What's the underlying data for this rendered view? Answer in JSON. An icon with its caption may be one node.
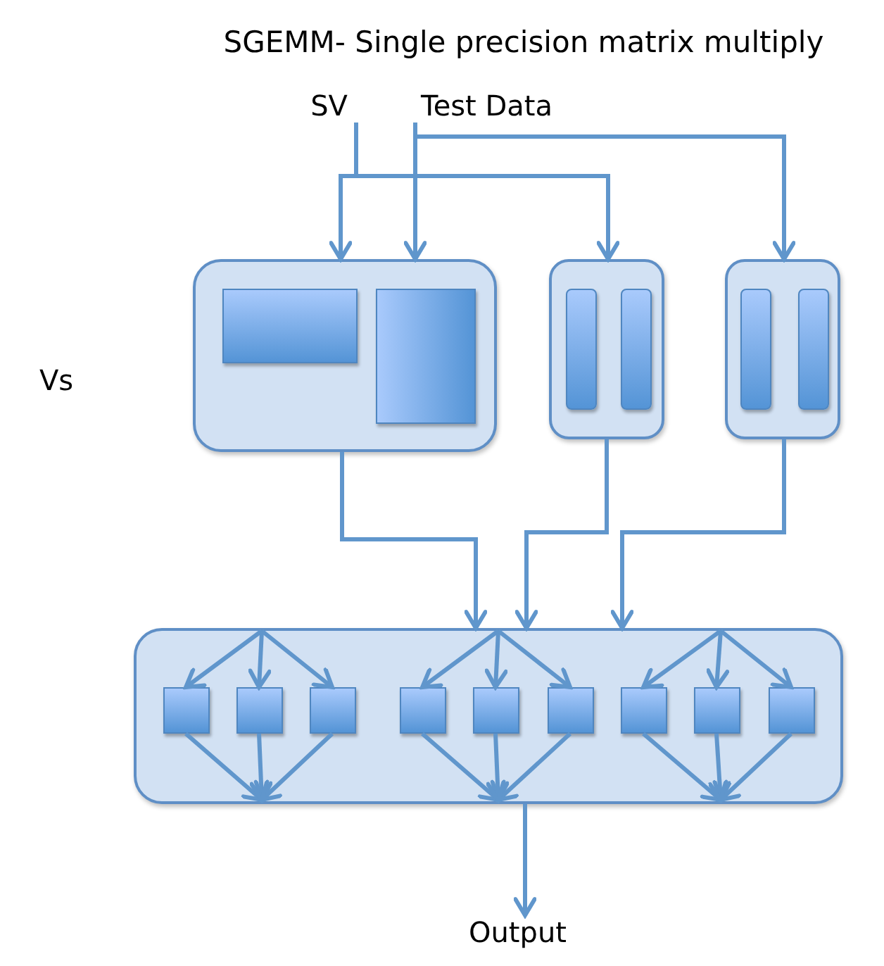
{
  "diagram": {
    "title": "SGEMM- Single precision matrix multiply",
    "nodes": [
      {
        "text": [
          "SV"
        ]
      },
      {
        "text": [
          "Test Data"
        ]
      },
      {
        "text": [],
        "shape": "box"
      },
      {
        "text": [],
        "shape": "box",
        "in": 2
      },
      {
        "text": [],
        "shape": "box",
        "in": 2
      },
      {
        "text": [],
        "shape": "box"
      },
      {
        "text": [],
        "shape": "bar",
        "in": 5
      },
      {
        "text": [],
        "shape": "bar",
        "in": 5
      },
      {
        "text": [],
        "shape": "box"
      },
      {
        "text": [],
        "shape": "bar",
        "in": 8
      },
      {
        "text": [],
        "shape": "bar",
        "in": 8
      },
      {
        "text": [],
        "shape": "box"
      },
      {
        "text": [],
        "shape": "box",
        "in": 11
      },
      {
        "text": [],
        "shape": "box",
        "in": 11
      },
      {
        "text": [],
        "shape": "box",
        "in": 11
      },
      {
        "text": [],
        "shape": "box",
        "in": 11
      },
      {
        "text": [],
        "shape": "box",
        "in": 11
      },
      {
        "text": [],
        "shape": "box",
        "in": 11
      },
      {
        "text": [],
        "shape": "box",
        "in": 11
      },
      {
        "text": [],
        "shape": "box",
        "in": 11
      },
      {
        "text": [],
        "shape": "box",
        "in": 11
      },
      {
        "text": [
          "Output"
        ]
      }
    ],
    "edges": [
      {
        "from": 0,
        "to": 2,
        "arrow": "to"
      },
      {
        "from": 0,
        "to": 5,
        "arrow": "to"
      },
      {
        "from": 1,
        "to": 2,
        "arrow": "to"
      },
      {
        "from": 1,
        "to": 8,
        "arrow": "to"
      },
      {
        "from": 2,
        "to": 11,
        "arrow": "to"
      },
      {
        "from": 5,
        "to": 11,
        "arrow": "to"
      },
      {
        "from": 8,
        "to": 11,
        "arrow": "to"
      },
      {
        "from": null,
        "to": 12,
        "arrow": "to"
      },
      {
        "from": null,
        "to": 13,
        "arrow": "to"
      },
      {
        "from": null,
        "to": 14,
        "arrow": "to"
      },
      {
        "from": null,
        "to": 15,
        "arrow": "to"
      },
      {
        "from": null,
        "to": 16,
        "arrow": "to"
      },
      {
        "from": null,
        "to": 17,
        "arrow": "to"
      },
      {
        "from": null,
        "to": 18,
        "arrow": "to"
      },
      {
        "from": null,
        "to": 19,
        "arrow": "to"
      },
      {
        "from": null,
        "to": 20,
        "arrow": "to"
      },
      {
        "from": 12,
        "to": null,
        "arrow": "to"
      },
      {
        "from": 13,
        "to": null,
        "arrow": "to"
      },
      {
        "from": 14,
        "to": null,
        "arrow": "to"
      },
      {
        "from": 15,
        "to": null,
        "arrow": "to"
      },
      {
        "from": 16,
        "to": null,
        "arrow": "to"
      },
      {
        "from": 17,
        "to": null,
        "arrow": "to"
      },
      {
        "from": 18,
        "to": null,
        "arrow": "to"
      },
      {
        "from": 19,
        "to": null,
        "arrow": "to"
      },
      {
        "from": 20,
        "to": null,
        "arrow": "to"
      },
      {
        "from": 11,
        "to": 21,
        "arrow": "to"
      }
    ],
    "labels": [
      "Vs"
    ]
  }
}
